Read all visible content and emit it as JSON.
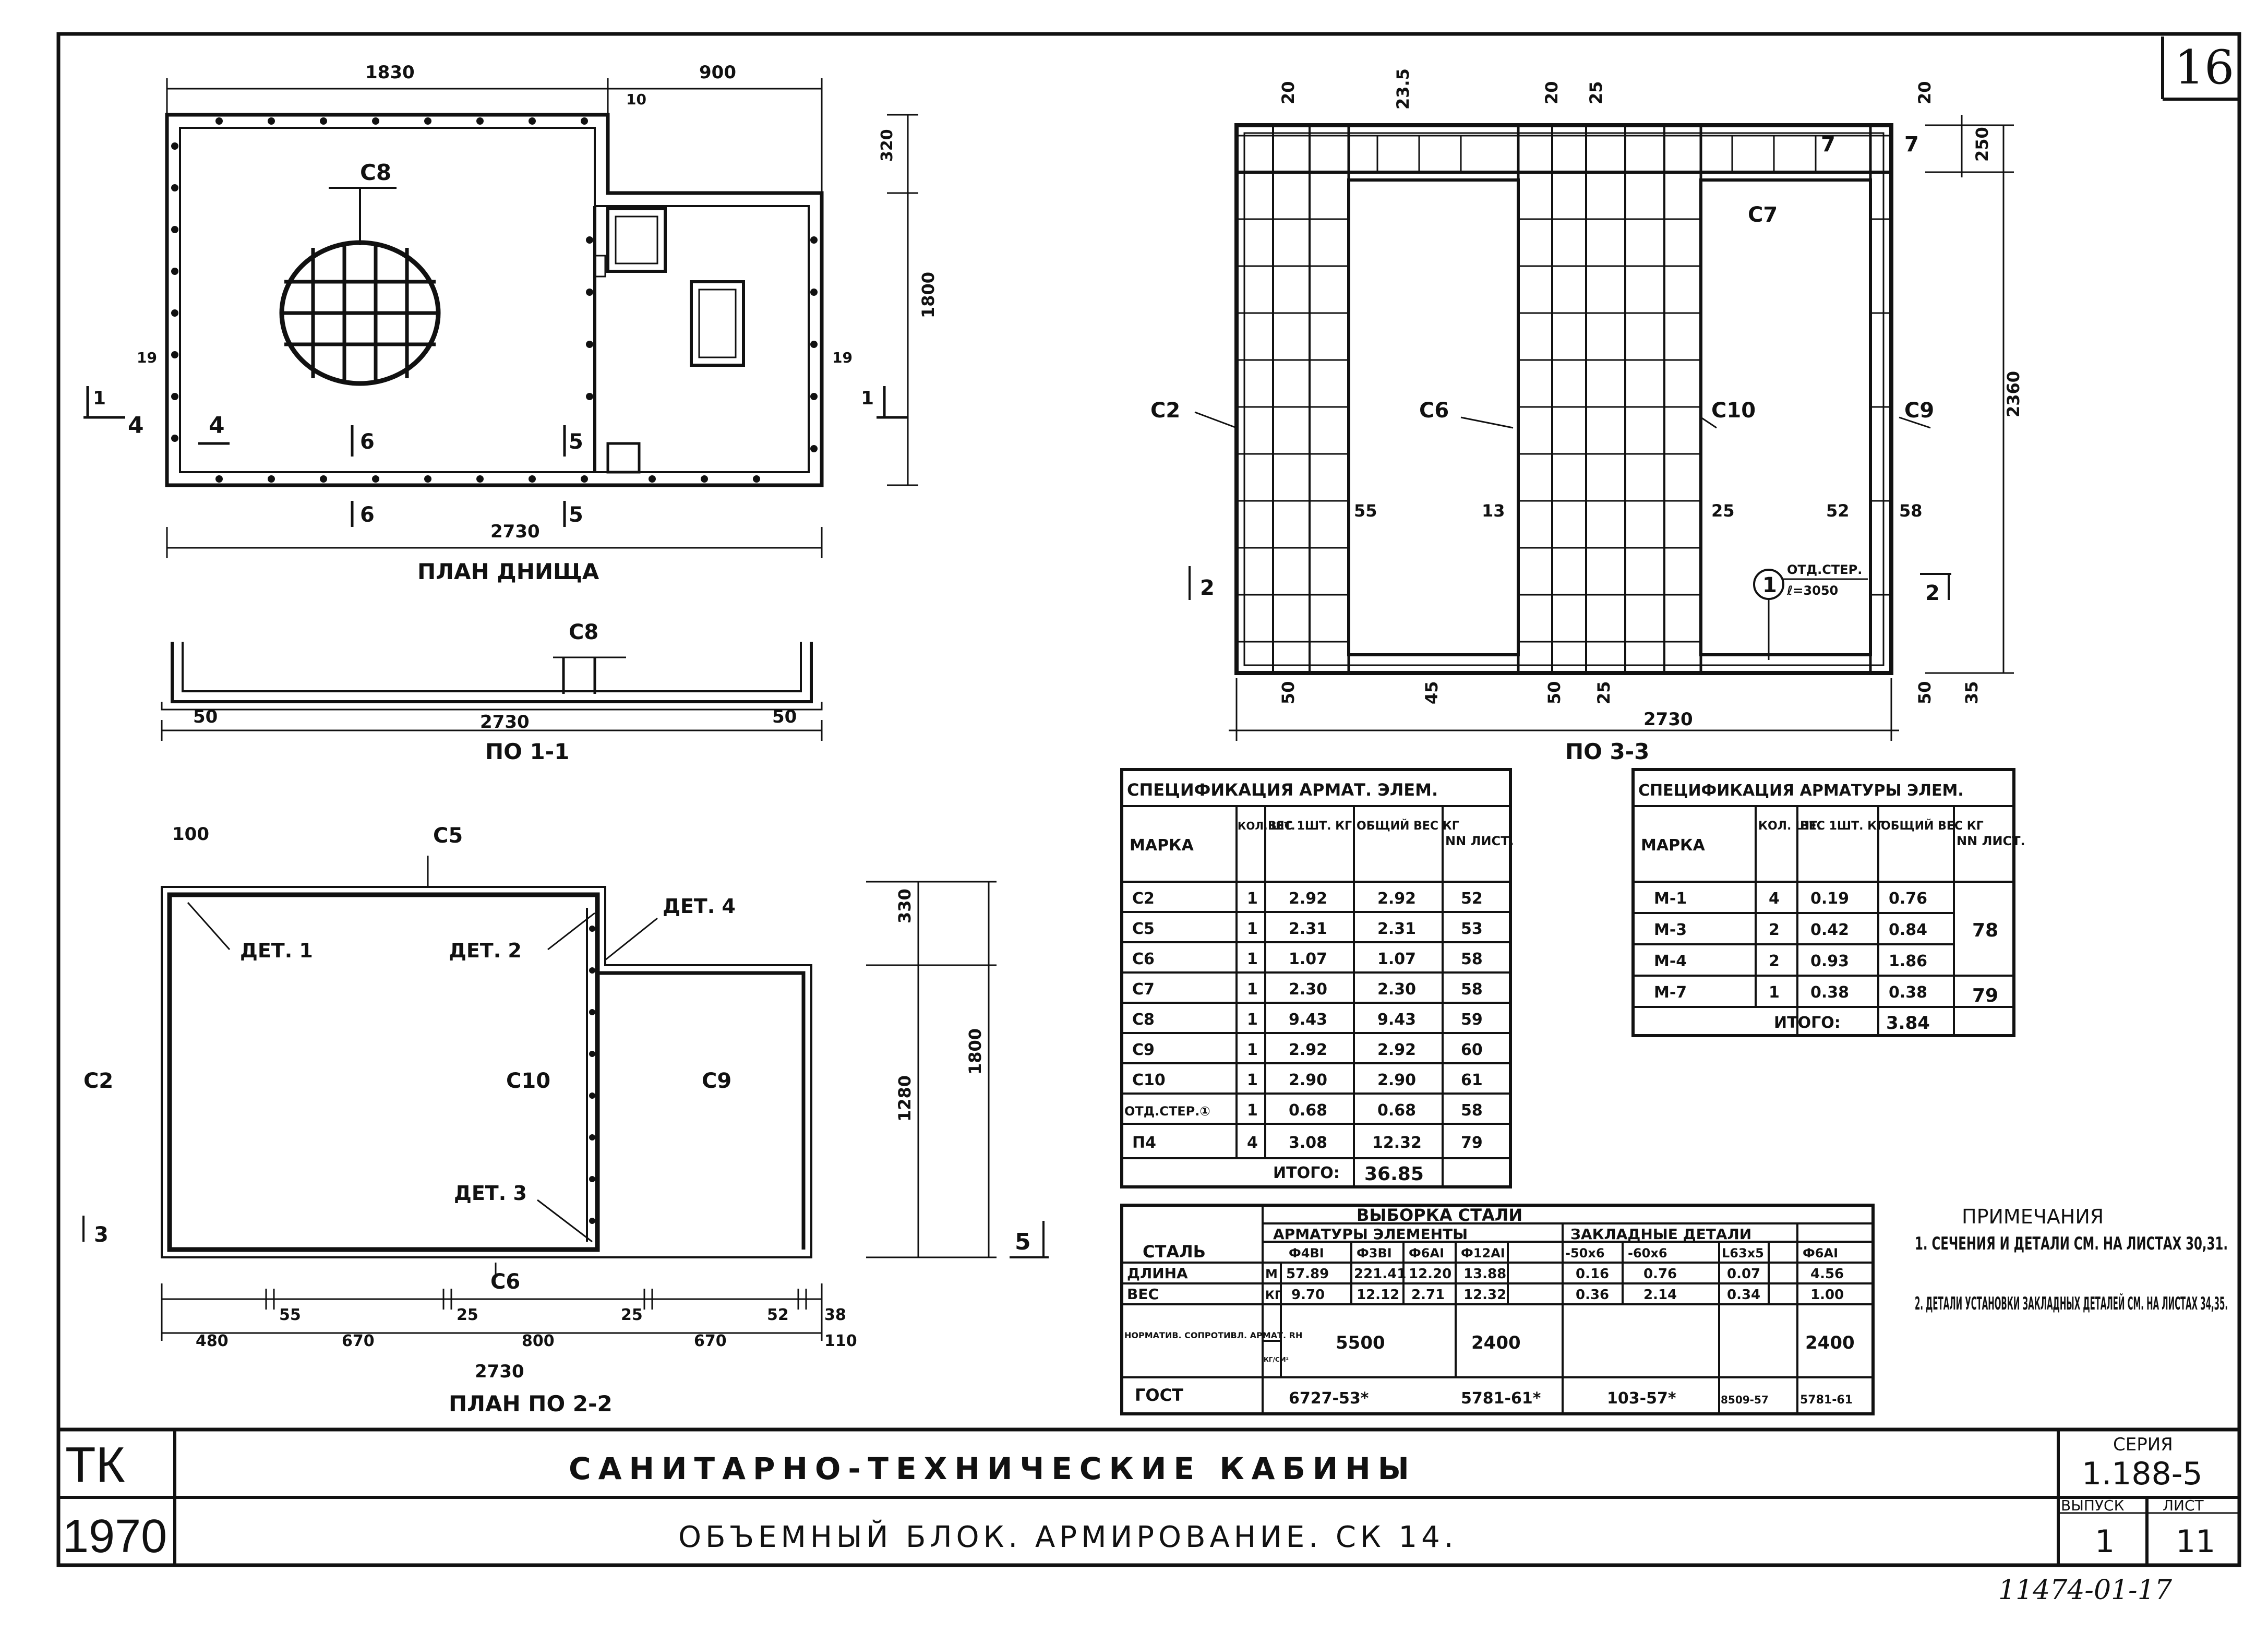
{
  "sheet_number": "16",
  "plan_bottom": {
    "title": "ПЛАН ДНИЩА",
    "dims": {
      "top_left": "1830",
      "top_right": "900",
      "top_small": "10",
      "right_top": "320",
      "right_total": "1800",
      "bottom_total": "2730",
      "side_small_left": "19",
      "side_small_right": "19"
    },
    "labels": {
      "mesh": "С8",
      "cut_4a": "4",
      "cut_4b": "4",
      "cut_1a": "1",
      "cut_1b": "1",
      "cut_6a": "6",
      "cut_6b": "6",
      "cut_5a": "5",
      "cut_5b": "5"
    }
  },
  "section_1_1": {
    "title": "ПО 1-1",
    "label_c8": "С8",
    "dim_left": "50",
    "dim_right": "50",
    "dim_total": "2730"
  },
  "plan_2_2": {
    "title": "ПЛАН ПО 2-2",
    "labels": {
      "top_dim": "100",
      "c5": "С5",
      "det1": "ДЕТ. 1",
      "det2": "ДЕТ. 2",
      "det3": "ДЕТ. 3",
      "det4": "ДЕТ. 4",
      "c2": "С2",
      "c10": "С10",
      "c9": "С9",
      "c6": "С6",
      "cut3": "3",
      "cut5": "5"
    },
    "right_dims": {
      "top": "330",
      "mid": "1280",
      "total": "1800"
    },
    "bottom_dims": [
      "480",
      "55",
      "670",
      "25",
      "800",
      "25",
      "670",
      "52",
      "38",
      "110"
    ],
    "bottom_total": "2730"
  },
  "section_3_3": {
    "title": "ПО 3-3",
    "top_dims": [
      "20",
      "23.5",
      "20",
      "25",
      "20"
    ],
    "right_dims": {
      "top": "250",
      "total": "2360"
    },
    "labels": {
      "c2": "С2",
      "c6": "С6",
      "c10": "С10",
      "c9": "С9",
      "c7": "С7",
      "mark7a": "7",
      "mark7b": "7",
      "cut2a": "2",
      "cut2b": "2",
      "m1": "1",
      "otd": "ОТД.СТЕР.",
      "otd_len": "ℓ=3050"
    },
    "inner_dims": [
      "55",
      "13",
      "25",
      "52",
      "58"
    ],
    "bottom_dims": [
      "50",
      "45",
      "50",
      "25",
      "50",
      "35"
    ],
    "bottom_total": "2730"
  },
  "spec_elements": {
    "title": "СПЕЦИФИКАЦИЯ АРМАТ. ЭЛЕМ.",
    "headers": [
      "МАРКА",
      "КОЛ. ШТ.",
      "ВЕС 1ШТ. КГ.",
      "ОБЩИЙ ВЕС КГ",
      "NN ЛИСТ."
    ],
    "rows": [
      [
        "С2",
        "1",
        "2.92",
        "2.92",
        "52"
      ],
      [
        "С5",
        "1",
        "2.31",
        "2.31",
        "53"
      ],
      [
        "С6",
        "1",
        "1.07",
        "1.07",
        "58"
      ],
      [
        "С7",
        "1",
        "2.30",
        "2.30",
        "58"
      ],
      [
        "С8",
        "1",
        "9.43",
        "9.43",
        "59"
      ],
      [
        "С9",
        "1",
        "2.92",
        "2.92",
        "60"
      ],
      [
        "С10",
        "1",
        "2.90",
        "2.90",
        "61"
      ],
      [
        "ОТД.СТЕР.①",
        "1",
        "0.68",
        "0.68",
        "58"
      ],
      [
        "П4",
        "4",
        "3.08",
        "12.32",
        "79"
      ]
    ],
    "total_label": "ИТОГО:",
    "total_value": "36.85"
  },
  "spec_parts": {
    "title": "СПЕЦИФИКАЦИЯ АРМАТУРЫ ЭЛЕМ.",
    "headers": [
      "МАРКА",
      "КОЛ. ШТ.",
      "ВЕС 1ШТ. КГ",
      "ОБЩИЙ ВЕС КГ",
      "NN ЛИСТ."
    ],
    "rows": [
      [
        "М-1",
        "4",
        "0.19",
        "0.76",
        "78"
      ],
      [
        "М-3",
        "2",
        "0.42",
        "0.84",
        ""
      ],
      [
        "М-4",
        "2",
        "0.93",
        "1.86",
        ""
      ],
      [
        "М-7",
        "1",
        "0.38",
        "0.38",
        "79"
      ]
    ],
    "total_label": "ИТОГО:",
    "total_value": "3.84"
  },
  "steel": {
    "title": "ВЫБОРКА СТАЛИ",
    "group1": "АРМАТУРЫ ЭЛЕМЕНТЫ",
    "group2": "ЗАКЛАДНЫЕ ДЕТАЛИ",
    "col_first": "СТАЛЬ",
    "cols": [
      "Ф4ВI",
      "Ф3ВI",
      "Ф6АI",
      "Ф12АI",
      "-50х6",
      "-60х6",
      "L63х5",
      "Ф6АI"
    ],
    "row_length": {
      "label": "ДЛИНА",
      "unit": "М",
      "values": [
        "57.89",
        "221.41",
        "12.20",
        "13.88",
        "0.16",
        "0.76",
        "0.07",
        "4.56"
      ]
    },
    "row_weight": {
      "label": "ВЕС",
      "unit": "КГ",
      "values": [
        "9.70",
        "12.12",
        "2.71",
        "12.32",
        "0.36",
        "2.14",
        "0.34",
        "1.00"
      ]
    },
    "row_norm": {
      "label": "НОРМАТИВ. СОПРОТИВЛ. АРМАТ. RН",
      "unit": "КГ/СМ²",
      "v1": "5500",
      "v2": "2400",
      "v3": "2400"
    },
    "row_gost": {
      "label": "ГОСТ",
      "v1": "6727-53*",
      "v2": "5781-61*",
      "v3": "103-57*",
      "v4": "8509-57",
      "v5": "5781-61"
    }
  },
  "notes": {
    "title": "ПРИМЕЧАНИЯ",
    "items": [
      "1. СЕЧЕНИЯ И ДЕТАЛИ СМ. НА ЛИСТАХ 30,31.",
      "2. ДЕТАЛИ УСТАНОВКИ ЗАКЛАДНЫХ ДЕТАЛЕЙ СМ. НА ЛИСТАХ 34,35."
    ]
  },
  "title_block": {
    "org": "ТК",
    "year": "1970",
    "title": "САНИТАРНО-ТЕХНИЧЕСКИЕ КАБИНЫ",
    "subtitle": "ОБЪЕМНЫЙ БЛОК. АРМИРОВАНИЕ. СК 14.",
    "series_label": "СЕРИЯ",
    "series_value": "1.188-5",
    "issue_label": "ВЫПУСК",
    "issue_value": "1",
    "sheet_label": "ЛИСТ",
    "sheet_value": "11",
    "archive_code": "11474-01-17"
  }
}
